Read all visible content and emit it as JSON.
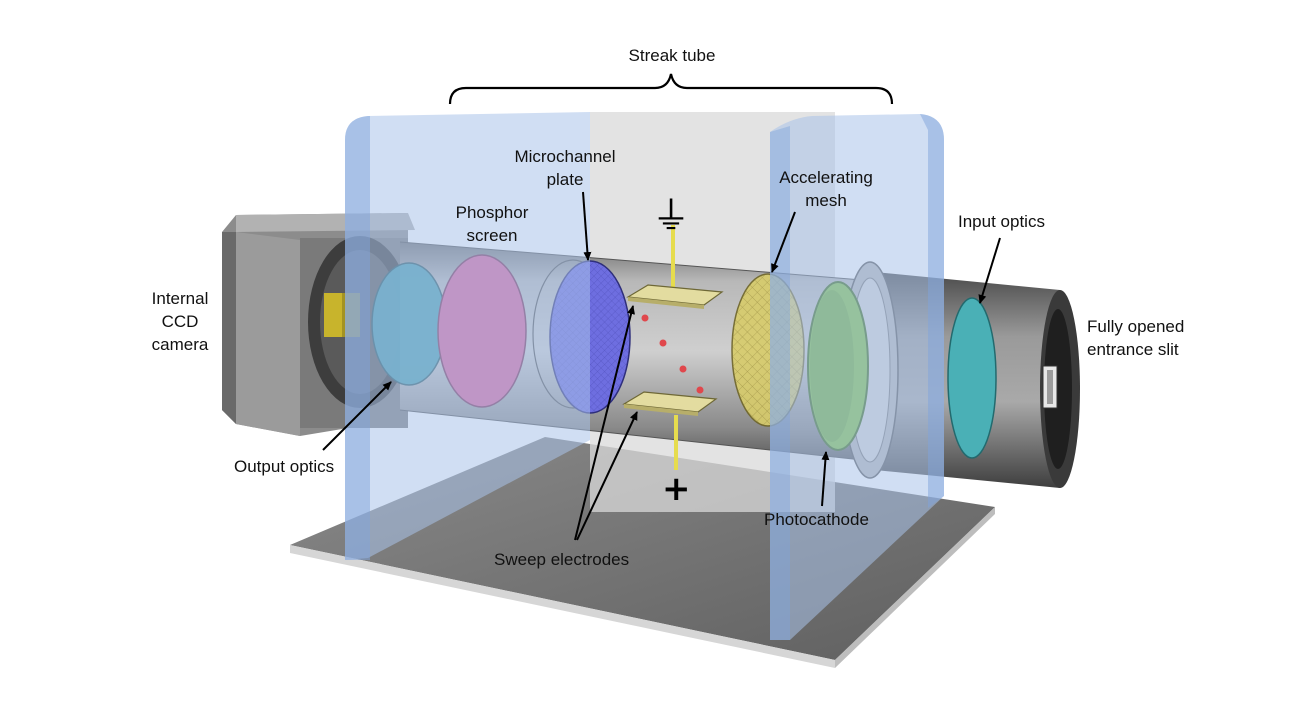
{
  "labels": {
    "streak_tube": "Streak tube",
    "microchannel_plate": [
      "Microchannel",
      "plate"
    ],
    "accelerating_mesh": [
      "Accelerating",
      "mesh"
    ],
    "phosphor_screen": [
      "Phosphor",
      "screen"
    ],
    "input_optics": "Input optics",
    "internal_ccd_camera": [
      "Internal",
      "CCD",
      "camera"
    ],
    "fully_opened_entrance_slit": [
      "Fully opened",
      "entrance slit"
    ],
    "output_optics": "Output optics",
    "photocathode": "Photocathode",
    "sweep_electrodes": "Sweep electrodes",
    "ground_symbol": "⏚",
    "plus_symbol": "+"
  },
  "colors": {
    "phosphor_screen": "#d9609c",
    "microchannel_plate": "#6e6ee0",
    "accelerating_mesh": "#d8cc6a",
    "photocathode": "#7fc244",
    "output_optics": "#3f9cae",
    "input_optics": "#4ab0b6",
    "electrode_wire": "#e6dc4e",
    "electron_dots": "#e0474c",
    "enclosure_panel": "#a9c3ea",
    "base_plate": "#7a7a7a",
    "tube_body": "#9a9a9a"
  },
  "icons": [
    "ground-icon",
    "plus-icon"
  ]
}
